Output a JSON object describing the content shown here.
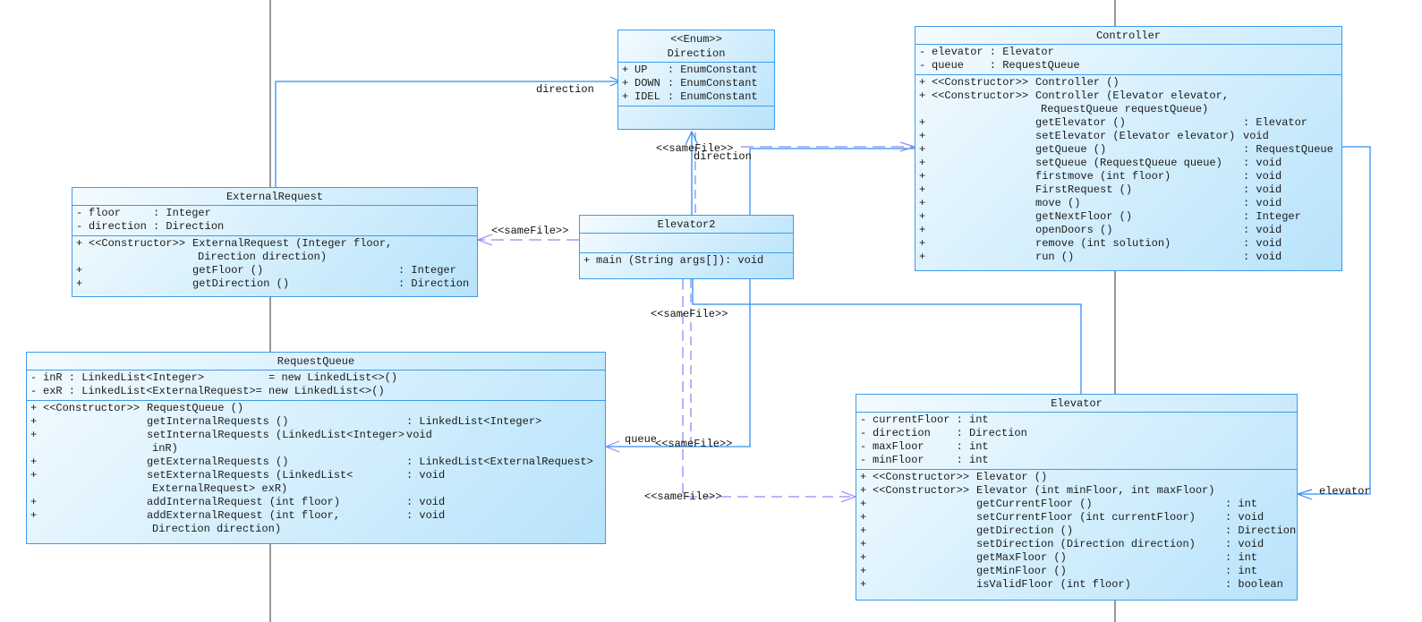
{
  "diagram": {
    "classes": {
      "direction": {
        "stereotype": "<<Enum>>",
        "name": "Direction",
        "attributes": [
          {
            "vis": "+",
            "name": "UP  ",
            "type": ": EnumConstant"
          },
          {
            "vis": "+",
            "name": "DOWN",
            "type": ": EnumConstant"
          },
          {
            "vis": "+",
            "name": "IDEL",
            "type": ": EnumConstant"
          }
        ]
      },
      "controller": {
        "name": "Controller",
        "attributes": [
          {
            "vis": "-",
            "name": "elevator",
            "type": " : Elevator"
          },
          {
            "vis": "-",
            "name": "queue   ",
            "type": " : RequestQueue"
          }
        ],
        "operations": [
          {
            "vis": "+",
            "pre": "<<Constructor>>",
            "name": "Controller ()",
            "type": ""
          },
          {
            "vis": "+",
            "pre": "<<Constructor>>",
            "name": "Controller (Elevator elevator,",
            "type": "",
            "cont": "RequestQueue requestQueue)"
          },
          {
            "vis": "+",
            "pre": "",
            "name": "getElevator ()",
            "type": ": Elevator"
          },
          {
            "vis": "+",
            "pre": "",
            "name": "setElevator (Elevator elevator)",
            "type": "void"
          },
          {
            "vis": "+",
            "pre": "",
            "name": "getQueue ()",
            "type": ": RequestQueue"
          },
          {
            "vis": "+",
            "pre": "",
            "name": "setQueue (RequestQueue queue)",
            "type": ": void"
          },
          {
            "vis": "+",
            "pre": "",
            "name": "firstmove (int floor)",
            "type": ": void"
          },
          {
            "vis": "+",
            "pre": "",
            "name": "FirstRequest ()",
            "type": ": void"
          },
          {
            "vis": "+",
            "pre": "",
            "name": "move ()",
            "type": ": void"
          },
          {
            "vis": "+",
            "pre": "",
            "name": "getNextFloor ()",
            "type": ": Integer"
          },
          {
            "vis": "+",
            "pre": "",
            "name": "openDoors ()",
            "type": ": void"
          },
          {
            "vis": "+",
            "pre": "",
            "name": "remove (int solution)",
            "type": ": void"
          },
          {
            "vis": "+",
            "pre": "",
            "name": "run ()",
            "type": ": void"
          }
        ]
      },
      "external_request": {
        "name": "ExternalRequest",
        "attributes": [
          {
            "vis": "-",
            "name": "floor    ",
            "type": " : Integer"
          },
          {
            "vis": "-",
            "name": "direction",
            "type": " : Direction"
          }
        ],
        "operations": [
          {
            "vis": "+",
            "pre": "<<Constructor>>",
            "name": "ExternalRequest (Integer floor,",
            "type": "",
            "cont": "Direction direction)"
          },
          {
            "vis": "+",
            "pre": "",
            "name": "getFloor ()",
            "type": ": Integer"
          },
          {
            "vis": "+",
            "pre": "",
            "name": "getDirection ()",
            "type": ": Direction"
          }
        ]
      },
      "elevator2": {
        "name": "Elevator2",
        "operations": [
          {
            "vis": "+",
            "pre": "",
            "name": "main (String args[]): void",
            "type": ""
          }
        ]
      },
      "request_queue": {
        "name": "RequestQueue",
        "attributes": [
          {
            "vis": "-",
            "name": "inR : LinkedList<Integer>          ",
            "type": "= new LinkedList<>()"
          },
          {
            "vis": "-",
            "name": "exR : LinkedList<ExternalRequest>",
            "type": "= new LinkedList<>()"
          }
        ],
        "operations": [
          {
            "vis": "+",
            "pre": "<<Constructor>>",
            "name": "RequestQueue ()",
            "type": ""
          },
          {
            "vis": "+",
            "pre": "",
            "name": "getInternalRequests ()",
            "type": ": LinkedList<Integer>"
          },
          {
            "vis": "+",
            "pre": "",
            "name": "setInternalRequests (LinkedList<Integer>",
            "type": "void",
            "cont": "inR)"
          },
          {
            "vis": "+",
            "pre": "",
            "name": "getExternalRequests ()",
            "type": ": LinkedList<ExternalRequest>"
          },
          {
            "vis": "+",
            "pre": "",
            "name": "setExternalRequests (LinkedList<",
            "type": ": void",
            "cont": "ExternalRequest> exR)"
          },
          {
            "vis": "+",
            "pre": "",
            "name": "addInternalRequest (int floor)",
            "type": ": void"
          },
          {
            "vis": "+",
            "pre": "",
            "name": "addExternalRequest (int floor,",
            "type": ": void",
            "cont": "Direction direction)"
          }
        ]
      },
      "elevator": {
        "name": "Elevator",
        "attributes": [
          {
            "vis": "-",
            "name": "currentFloor",
            "type": " : int"
          },
          {
            "vis": "-",
            "name": "direction   ",
            "type": " : Direction"
          },
          {
            "vis": "-",
            "name": "maxFloor    ",
            "type": " : int"
          },
          {
            "vis": "-",
            "name": "minFloor    ",
            "type": " : int"
          }
        ],
        "operations": [
          {
            "vis": "+",
            "pre": "<<Constructor>>",
            "name": "Elevator ()",
            "type": ""
          },
          {
            "vis": "+",
            "pre": "<<Constructor>>",
            "name": "Elevator (int minFloor, int maxFloor)",
            "type": ""
          },
          {
            "vis": "+",
            "pre": "",
            "name": "getCurrentFloor ()",
            "type": ": int"
          },
          {
            "vis": "+",
            "pre": "",
            "name": "setCurrentFloor (int currentFloor)",
            "type": ": void"
          },
          {
            "vis": "+",
            "pre": "",
            "name": "getDirection ()",
            "type": ": Direction"
          },
          {
            "vis": "+",
            "pre": "",
            "name": "setDirection (Direction direction)",
            "type": ": void"
          },
          {
            "vis": "+",
            "pre": "",
            "name": "getMaxFloor ()",
            "type": ": int"
          },
          {
            "vis": "+",
            "pre": "",
            "name": "getMinFloor ()",
            "type": ": int"
          },
          {
            "vis": "+",
            "pre": "",
            "name": "isValidFloor (int floor)",
            "type": ": boolean"
          }
        ]
      }
    },
    "connector_labels": {
      "direction_ext": "direction",
      "samefile_direction": "<<sameFile>>",
      "direction_ctrl": "direction",
      "samefile_external": "<<sameFile>>",
      "samefile_mid": "<<sameFile>>",
      "queue": "queue",
      "samefile_queue": "<<sameFile>>",
      "samefile_elevator": "<<sameFile>>",
      "elevator": "elevator"
    },
    "colors": {
      "class_border": "#3d9be9",
      "association": "#2f8ff0",
      "dependency": "#8c8cf5",
      "lifeline": "#333333"
    }
  }
}
